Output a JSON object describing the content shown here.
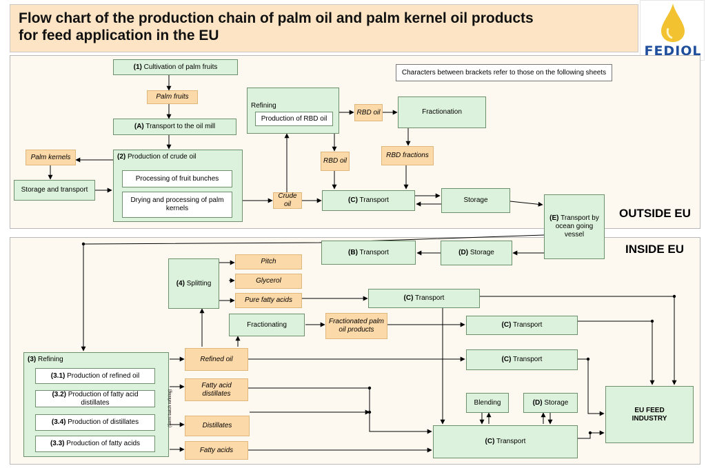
{
  "title": {
    "line1": "Flow chart of the production chain of palm oil and palm kernel oil products",
    "line2": "for feed application in the EU"
  },
  "logo": {
    "text": "FEDIOL",
    "icon": "oil-drop-icon",
    "colors": {
      "drop": "#f2c230",
      "text": "#1f4e9c"
    }
  },
  "note": "Characters between brackets refer to those on the following sheets",
  "regions": {
    "outside": "OUTSIDE EU",
    "inside": "INSIDE EU"
  },
  "outside": {
    "cultivation": {
      "num": "(1)",
      "label": "Cultivation of palm fruits"
    },
    "palm_fruits": "Palm fruits",
    "transport_mill": {
      "num": "(A)",
      "label": "Transport to the oil mill"
    },
    "palm_kernels": "Palm kernels",
    "storage_transport": "Storage and transport",
    "crude_production": {
      "num": "(2)",
      "label": "Production of crude oil"
    },
    "processing_bunches": "Processing of fruit bunches",
    "drying_kernels": "Drying and processing of palm kernels",
    "crude_oil": "Crude oil",
    "refining": "Refining",
    "production_rbd": "Production of RBD oil",
    "rbd_oil_1": "RBD oil",
    "fractionation": "Fractionation",
    "rbd_oil_2": "RBD oil",
    "rbd_fractions": "RBD fractions",
    "transport_c": {
      "num": "(C)",
      "label": "Transport"
    },
    "storage": "Storage",
    "transport_ocean": {
      "num": "(E)",
      "label": "Transport by ocean going vessel"
    }
  },
  "inside": {
    "storage_d": {
      "num": "(D)",
      "label": "Storage"
    },
    "transport_b": {
      "num": "(B)",
      "label": "Transport"
    },
    "splitting": {
      "num": "(4)",
      "label": "Splitting"
    },
    "pitch": "Pitch",
    "glycerol": "Glycerol",
    "pure_fatty_acids": "Pure fatty acids",
    "transport_c1": {
      "num": "(C)",
      "label": "Transport"
    },
    "fractionating": "Fractionating",
    "fractionated_products": "Fractionated palm oil products",
    "transport_c2": {
      "num": "(C)",
      "label": "Transport"
    },
    "refining_3": {
      "num": "(3)",
      "label": "Refining"
    },
    "refined_oil": "Refined oil",
    "transport_c3": {
      "num": "(C)",
      "label": "Transport"
    },
    "prod_refined": {
      "num": "(3.1)",
      "label": "Production of refined oil"
    },
    "prod_fad": {
      "num": "(3.2)",
      "label": "Production of fatty acid distillates"
    },
    "prod_distillates": {
      "num": "(3.4)",
      "label": "Production of distillates"
    },
    "prod_fatty_acids": {
      "num": "(3.3)",
      "label": "Production of fatty acids"
    },
    "semi_batch": "(Semi batch refining)",
    "fatty_acid_distillates": "Fatty acid distillates",
    "distillates": "Distillates",
    "fatty_acids": "Fatty acids",
    "blending": "Blending",
    "storage_d2": {
      "num": "(D)",
      "label": "Storage"
    },
    "transport_c4": {
      "num": "(C)",
      "label": "Transport"
    },
    "eu_feed": "EU FEED INDUSTRY"
  }
}
